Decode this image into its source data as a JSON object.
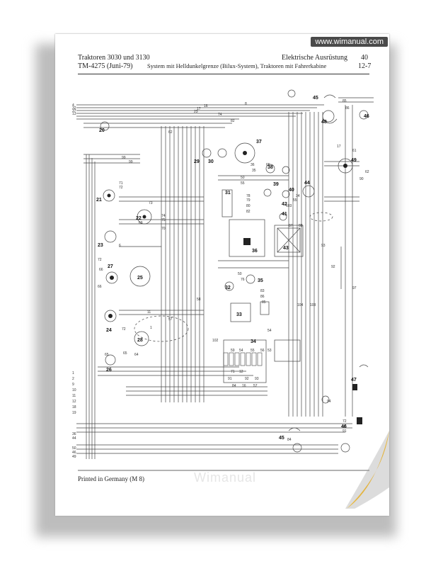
{
  "watermark": "www.wimanual.com",
  "watermark_center": "Wimanual",
  "header": {
    "title_left_1": "Traktoren 3030 und 3130",
    "title_left_2": "TM-4275 (Juni-79)",
    "title_right_1": "Elektrische Ausrüstung",
    "title_right_2": "System mit Helldunkelgrenze (Bilux-System), Traktoren mit Fahrerkabine",
    "page_group": "40",
    "page_number": "12-7"
  },
  "component_labels": [
    "20",
    "21",
    "22",
    "23",
    "24",
    "25",
    "26",
    "27",
    "28",
    "29",
    "30",
    "31",
    "32",
    "33",
    "34",
    "35",
    "36",
    "37",
    "38",
    "39",
    "40",
    "41",
    "42",
    "43",
    "44",
    "45",
    "46",
    "47",
    "48",
    "49"
  ],
  "footer": {
    "printed": "Printed in Germany (M 8)"
  }
}
